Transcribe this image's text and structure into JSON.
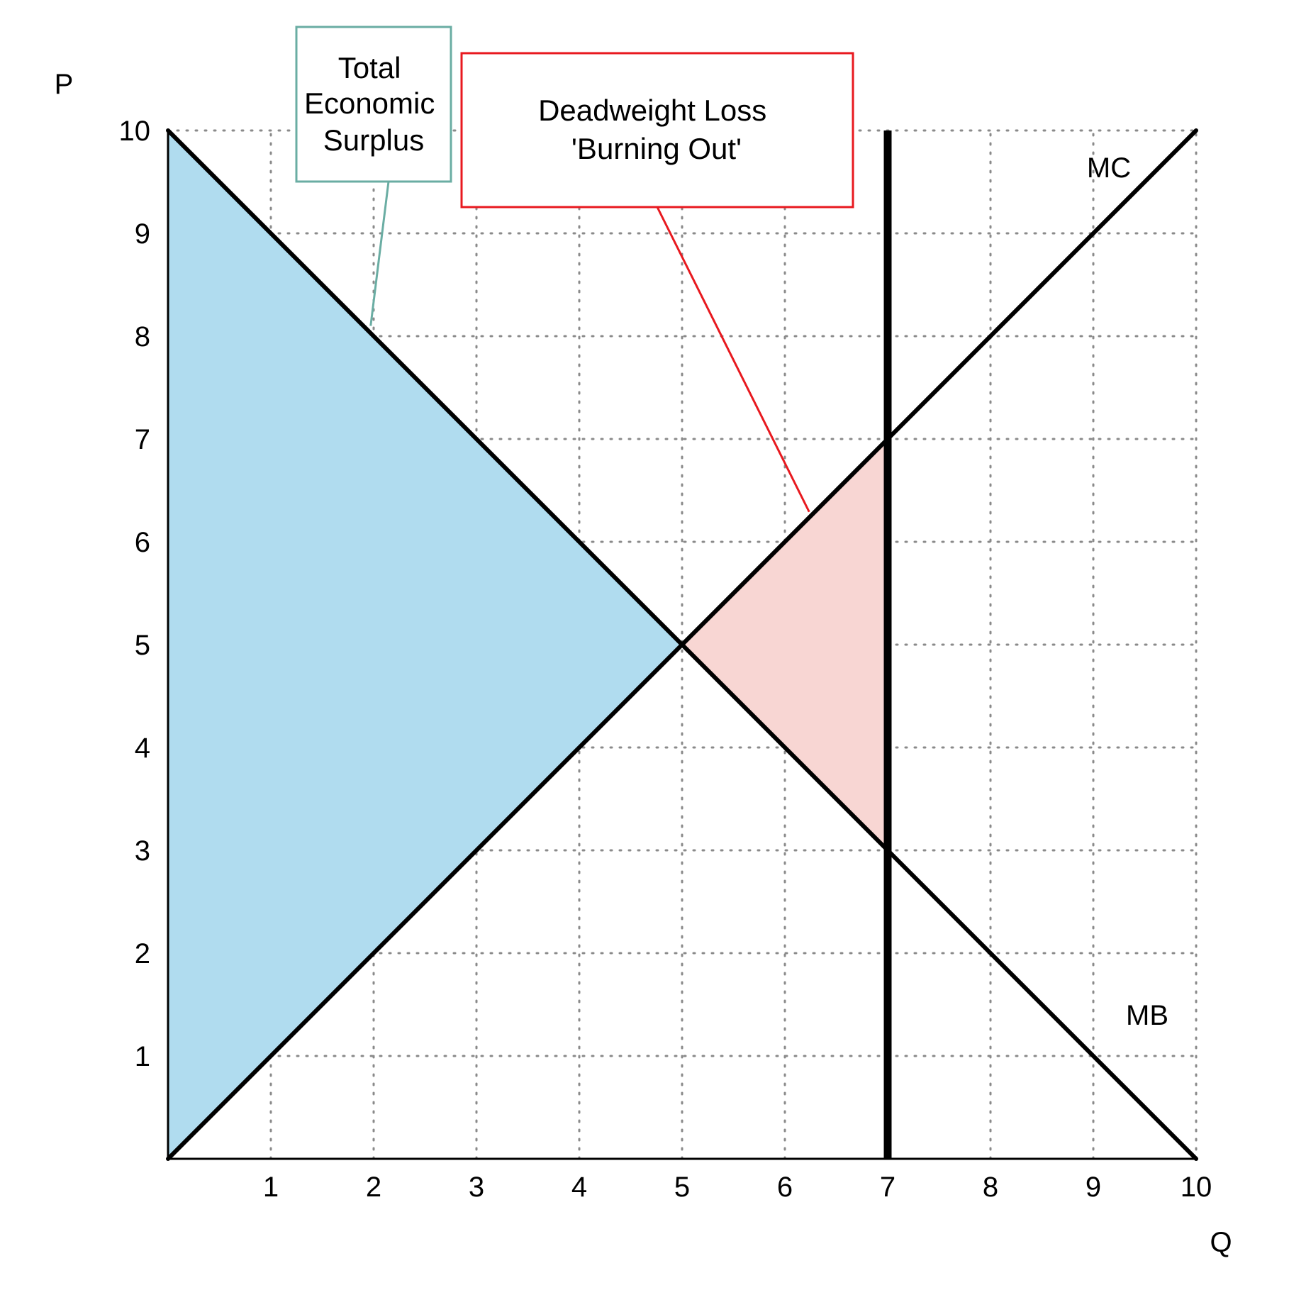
{
  "chart_data": {
    "type": "line",
    "xlabel": "Q",
    "ylabel": "P",
    "xlim": [
      0,
      10
    ],
    "ylim": [
      0,
      10
    ],
    "x_ticks": [
      "1",
      "2",
      "3",
      "4",
      "5",
      "6",
      "7",
      "8",
      "9",
      "10"
    ],
    "y_ticks": [
      "1",
      "2",
      "3",
      "4",
      "5",
      "6",
      "7",
      "8",
      "9",
      "10"
    ],
    "grid": true,
    "series": [
      {
        "name": "MC",
        "points": [
          [
            0,
            0
          ],
          [
            10,
            10
          ]
        ],
        "color": "#000000"
      },
      {
        "name": "MB",
        "points": [
          [
            0,
            10
          ],
          [
            10,
            0
          ]
        ],
        "color": "#000000"
      }
    ],
    "quantity_line": {
      "x": 7
    },
    "areas": [
      {
        "label": "Total Economic Surplus",
        "polygon": [
          [
            0,
            0
          ],
          [
            0,
            10
          ],
          [
            5,
            5
          ]
        ],
        "fill": "#b0dcef",
        "stroke": "#2a6f97"
      },
      {
        "label": "Deadweight Loss 'Burning Out'",
        "polygon": [
          [
            5,
            5
          ],
          [
            7,
            7
          ],
          [
            7,
            3
          ]
        ],
        "fill": "#f8d6d3",
        "stroke": "#c0504d"
      }
    ],
    "annotations": [
      {
        "lines": [
          "Total",
          "Economic",
          "Surplus"
        ],
        "color": "#6aada3",
        "pointer": [
          1.95,
          8.1
        ]
      },
      {
        "lines": [
          "Deadweight Loss",
          "'Burning Out'"
        ],
        "color": "#e8191f",
        "pointer": [
          6.25,
          6.25
        ]
      }
    ]
  }
}
